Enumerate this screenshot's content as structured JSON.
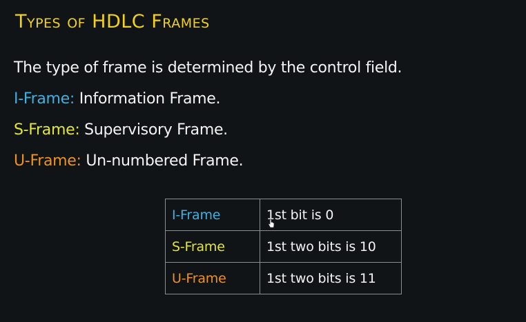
{
  "title": "Types of HDLC Frames",
  "intro": "The type of frame is determined by the control field.",
  "frame_types": [
    {
      "label": "I-Frame:",
      "description": "Information Frame.",
      "color": "#3fb0e0"
    },
    {
      "label": "S-Frame:",
      "description": "Supervisory Frame.",
      "color": "#e2e63a"
    },
    {
      "label": "U-Frame:",
      "description": "Un-numbered Frame.",
      "color": "#f0921e"
    }
  ],
  "table": {
    "rows": [
      {
        "frame": "I-Frame",
        "rule": "1st bit is 0"
      },
      {
        "frame": "S-Frame",
        "rule": "1st two bits is 10"
      },
      {
        "frame": "U-Frame",
        "rule": "1st two bits is 11"
      }
    ]
  },
  "colors": {
    "background": "#111416",
    "title": "#f3d21a",
    "text": "#f4f4f4",
    "table_border": "#8c8f92"
  },
  "icons": {
    "cursor": "hand-pointer-icon"
  }
}
